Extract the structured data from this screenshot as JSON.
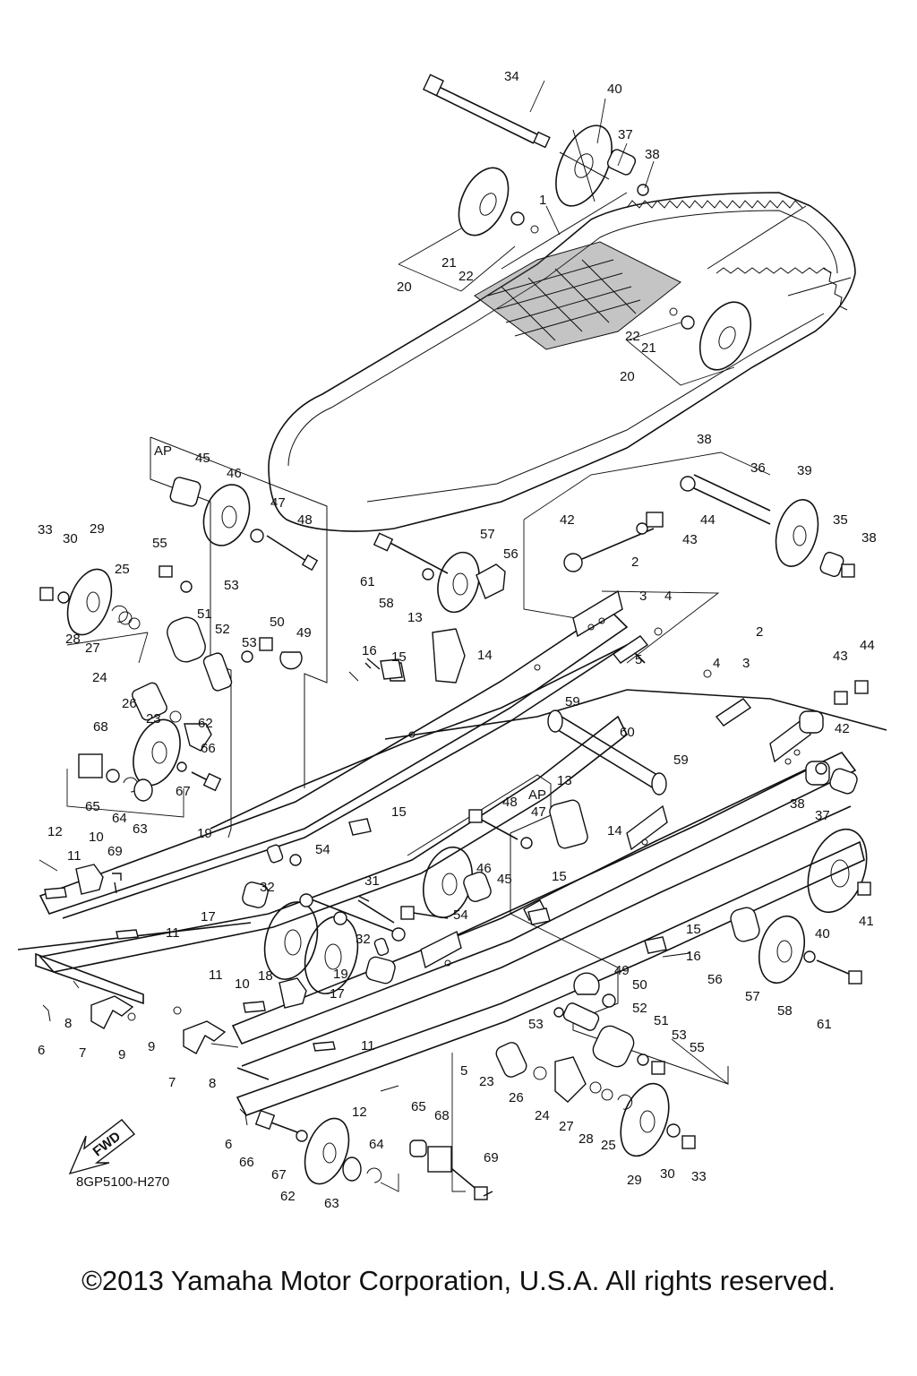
{
  "diagram": {
    "code": "8GP5100-H270",
    "fwd": "FWD",
    "ap_marker": "AP",
    "labels": {
      "n34": "34",
      "n40a": "40",
      "n37a": "37",
      "n38a": "38",
      "n1": "1",
      "n21a": "21",
      "n22a": "22",
      "n20a": "20",
      "n22b": "22",
      "n21b": "21",
      "n20b": "20",
      "n38b": "38",
      "n36": "36",
      "n39": "39",
      "n42a": "42",
      "n44a": "44",
      "n43a": "43",
      "n35": "35",
      "n38c": "38",
      "n45a": "45",
      "n46a": "46",
      "n47a": "47",
      "n48a": "48",
      "n33a": "33",
      "n30a": "30",
      "n29a": "29",
      "n25a": "25",
      "n28a": "28",
      "n27a": "27",
      "n55a": "55",
      "n53a": "53",
      "n51a": "51",
      "n52a": "52",
      "n53b": "53",
      "n50a": "50",
      "n49a": "49",
      "n24a": "24",
      "n26a": "26",
      "n23a": "23",
      "n62a": "62",
      "n66a": "66",
      "n68a": "68",
      "n65a": "65",
      "n64a": "64",
      "n67a": "67",
      "n63a": "63",
      "n57a": "57",
      "n56a": "56",
      "n61a": "61",
      "n58a": "58",
      "n13a": "13",
      "n14a": "14",
      "n16a": "16",
      "n15a": "15",
      "n2a": "2",
      "n3a": "3",
      "n4a": "4",
      "n5a": "5",
      "n59a": "59",
      "n60": "60",
      "n59b": "59",
      "n2b": "2",
      "n4b": "4",
      "n3b": "3",
      "n43b": "43",
      "n44b": "44",
      "n42b": "42",
      "n38d": "38",
      "n37b": "37",
      "n48b": "48",
      "n47b": "47",
      "n13b": "13",
      "n14b": "14",
      "n15b": "15",
      "n15c": "15",
      "n46b": "46",
      "n45b": "45",
      "n54a": "54",
      "n54b": "54",
      "n12a": "12",
      "n11a": "11",
      "n10a": "10",
      "n69a": "69",
      "n19a": "19",
      "n32a": "32",
      "n31": "31",
      "n17a": "17",
      "n11b": "11",
      "n18": "18",
      "n32b": "32",
      "n19b": "19",
      "n17b": "17",
      "n40b": "40",
      "n41": "41",
      "n15d": "15",
      "n16b": "16",
      "n56b": "56",
      "n57b": "57",
      "n58b": "58",
      "n61b": "61",
      "n6a": "6",
      "n8a": "8",
      "n7a": "7",
      "n9a": "9",
      "n9b": "9",
      "n7b": "7",
      "n8b": "8",
      "n11c": "11",
      "n10b": "10",
      "n11d": "11",
      "n5b": "5",
      "n23b": "23",
      "n26b": "26",
      "n49b": "49",
      "n50b": "50",
      "n52b": "52",
      "n53c": "53",
      "n51b": "51",
      "n53d": "53",
      "n55b": "55",
      "n24b": "24",
      "n27b": "27",
      "n28b": "28",
      "n25b": "25",
      "n29b": "29",
      "n30b": "30",
      "n33b": "33",
      "n12b": "12",
      "n65b": "65",
      "n68b": "68",
      "n64b": "64",
      "n69b": "69",
      "n6b": "6",
      "n66b": "66",
      "n67b": "67",
      "n62b": "62",
      "n63b": "63"
    }
  },
  "footer": {
    "copyright": "©2013 Yamaha Motor Corporation, U.S.A. All rights reserved."
  }
}
